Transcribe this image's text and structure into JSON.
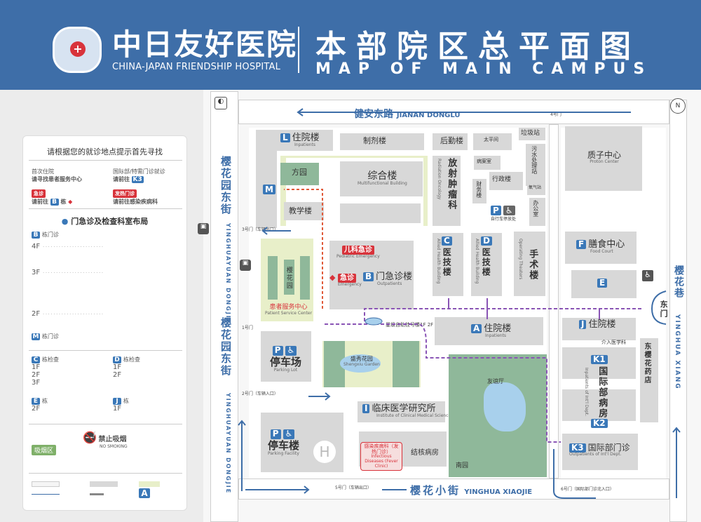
{
  "header": {
    "logo_text": "中日友好医院",
    "hospital_cn": "中日友好医院",
    "hospital_en": "CHINA-JAPAN FRIENDSHIP HOSPITAL",
    "title_cn": "本部院区总平面图",
    "title_en": "MAP OF MAIN CAMPUS",
    "bg_color": "#3e6ea8"
  },
  "streets": {
    "north_cn": "健安东路",
    "north_en": "JIANAN DONGLU",
    "west_cn": "樱花园东街",
    "west_en": "YINGHUAYUAN DONGJIE",
    "east_cn": "樱花巷",
    "east_en": "YINGHUA XIANG",
    "south_cn": "樱花小街",
    "south_en": "YINGHUA XIAOJIE",
    "compass": "N"
  },
  "buildings": {
    "L": {
      "letter": "L",
      "cn": "住院楼",
      "en": "Inpatients"
    },
    "pharm": {
      "cn": "制剂楼"
    },
    "logistics": {
      "cn": "后勤楼"
    },
    "morgue": {
      "cn": "太平间"
    },
    "garbage": {
      "cn": "垃圾站"
    },
    "sewage": {
      "cn": "污水处理站"
    },
    "proton": {
      "cn": "质子中心",
      "en": "Proton Center"
    },
    "fangyuan": {
      "cn": "方园"
    },
    "multi": {
      "cn": "综合楼",
      "en": "Multifunctional Building"
    },
    "M": {
      "letter": "M"
    },
    "teaching": {
      "cn": "教学楼"
    },
    "radiation": {
      "cn": "放射肿瘤科",
      "en": "Radiation Oncology"
    },
    "records": {
      "cn": "病案室"
    },
    "finance": {
      "cn": "财务楼"
    },
    "admin": {
      "cn": "行政楼"
    },
    "oxygen": {
      "cn": "氧气站"
    },
    "office": {
      "cn": "办公室"
    },
    "bike": {
      "cn": "自行车停放处"
    },
    "yinghuayuan": {
      "cn": "樱花园"
    },
    "ped_er": {
      "cn": "儿科急诊",
      "en": "Pediatric Emergency"
    },
    "er": {
      "cn": "急诊",
      "en": "Emergency"
    },
    "B": {
      "letter": "B",
      "cn": "门急诊楼",
      "en": "Outpatients"
    },
    "service": {
      "cn": "患者服务中心",
      "en": "Patient Service Center"
    },
    "C": {
      "letter": "C",
      "cn": "医技楼",
      "en": "Allied Health Building"
    },
    "D": {
      "letter": "D",
      "cn": "医技楼",
      "en": "Allied Health Building"
    },
    "surgery": {
      "cn": "手术楼",
      "en": "Operating Theaters"
    },
    "F": {
      "letter": "F",
      "cn": "膳食中心",
      "en": "Food Court"
    },
    "E": {
      "letter": "E"
    },
    "A": {
      "letter": "A",
      "cn": "住院楼",
      "en": "Inpatients"
    },
    "J": {
      "letter": "J",
      "cn": "住院楼",
      "en": "Inpatients"
    },
    "interv": {
      "cn": "介入医学科"
    },
    "K": {
      "k1": "K1",
      "k2": "K2",
      "cn": "国际部病房",
      "en": "Inpatients of Int'l Dept."
    },
    "pharmacy": {
      "cn": "东樱花药店"
    },
    "K3": {
      "letter": "K3",
      "cn": "国际部门诊",
      "en": "Outpatients of Int'l Dept."
    },
    "parking_lot": {
      "cn": "停车场",
      "en": "Parking Lot"
    },
    "parking_fac": {
      "cn": "停车楼",
      "en": "Parking Facility"
    },
    "heli": {
      "letter": "H"
    },
    "shengxiu": {
      "cn": "盛秀花园",
      "en": "Shengxiu Garden"
    },
    "I": {
      "letter": "I",
      "cn": "临床医学研究所",
      "en": "Institute of Clinical Medical Sciences"
    },
    "infect": {
      "cn": "感染疾病科（发热门诊）",
      "en": "Infectious Diseases (Fever Clinic)"
    },
    "tb": {
      "cn": "结核病房"
    },
    "nanyuan": {
      "cn": "南园"
    },
    "pavilion": {
      "cn": "友谊厅"
    },
    "east_gate": {
      "cn": "东门"
    },
    "corridor": {
      "cn": "星级自助挂号楼1F 2F"
    }
  },
  "gates": {
    "g3": "3号门（车辆出口）",
    "g1": "1号门",
    "g2": "2号门（车辆入口）",
    "g4": "4号门",
    "g5": "5号门（车辆出口）",
    "g6": "6号门（国际部门诊北入口）"
  },
  "legend": {
    "title": "请根据您的就诊地点提示首先寻找",
    "first_visit": "首次住院",
    "first_visit_go": "请寻找患者服务中心",
    "intl": "国际部/特需门诊就诊",
    "intl_go": "请前往",
    "intl_tag": "K3",
    "er_tag": "急诊",
    "er_go": "请前往",
    "er_letter": "B",
    "er_suffix": "栋",
    "fever_tag": "发热门诊",
    "fever_go": "请前往感染疾病科",
    "layout_title": "门急诊及检查科室布局",
    "B_title": "栋门诊",
    "floors_B": [
      "4F",
      "3F",
      "2F"
    ],
    "M_title": "栋门诊",
    "C_title": "栋检查",
    "floors_C": [
      "1F",
      "2F",
      "3F"
    ],
    "D_title": "栋检查",
    "floors_D": [
      "1F",
      "2F"
    ],
    "E_title": "栋",
    "floors_E": [
      "2F"
    ],
    "J_title": "栋",
    "floors_J": [
      "1F"
    ],
    "no_smoking_cn": "禁止吸烟",
    "no_smoking_en": "NO SMOKING",
    "smoking_area": "吸烟区",
    "key_letter": "A"
  }
}
